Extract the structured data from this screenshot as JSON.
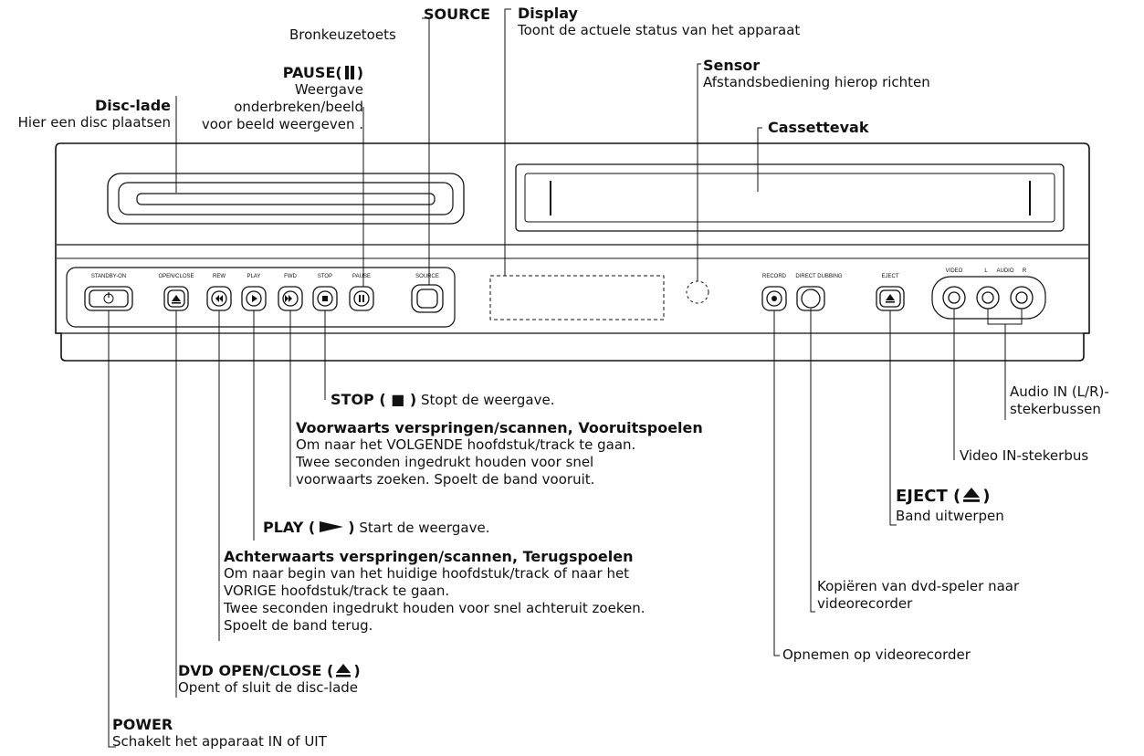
{
  "labels": {
    "source": {
      "title": "SOURCE",
      "desc": "Bronkeuzetoets"
    },
    "display": {
      "title": "Display",
      "desc": "Toont de actuele status van het apparaat"
    },
    "pause": {
      "title": "PAUSE(",
      "title_end": ")",
      "desc1": "Weergave",
      "desc2": "onderbreken/beeld",
      "desc3": "voor beeld weergeven ."
    },
    "sensor": {
      "title": "Sensor",
      "desc": "Afstandsbediening hierop richten"
    },
    "disc_tray": {
      "title": "Disc-lade",
      "desc": "Hier een disc plaatsen"
    },
    "cassette": {
      "title": "Cassettevak"
    },
    "stop": {
      "title": "STOP ( ■ )",
      "desc": "Stopt de weergave."
    },
    "fwd": {
      "title": "Voorwaarts verspringen/scannen, Vooruitspoelen",
      "desc1": "Om naar het VOLGENDE hoofdstuk/track te gaan.",
      "desc2": "Twee seconden ingedrukt houden voor snel",
      "desc3": "voorwaarts zoeken. Spoelt de band vooruit."
    },
    "play": {
      "title": "PLAY (",
      "title_end": ")",
      "desc": "Start de weergave."
    },
    "rew": {
      "title": "Achterwaarts verspringen/scannen, Terugspoelen",
      "desc1": "Om naar begin van het huidige hoofdstuk/track of naar het",
      "desc2": "VORIGE hoofdstuk/track te gaan.",
      "desc3": "Twee seconden ingedrukt houden voor snel achteruit zoeken.",
      "desc4": "Spoelt de band terug."
    },
    "open_close": {
      "title": "DVD OPEN/CLOSE (",
      "title_end": ")",
      "desc": "Opent of sluit de disc-lade"
    },
    "power": {
      "title": "POWER",
      "desc": "Schakelt het apparaat IN of UIT"
    },
    "audio_in": {
      "desc1": "Audio IN (L/R)-",
      "desc2": "stekerbussen"
    },
    "video_in": {
      "desc": "Video IN-stekerbus"
    },
    "eject": {
      "title": "EJECT (",
      "title_end": ")",
      "desc": "Band uitwerpen"
    },
    "dubbing": {
      "desc1": "Kopiëren van dvd-speler naar",
      "desc2": "videorecorder"
    },
    "record": {
      "desc": "Opnemen op videorecorder"
    }
  },
  "panel": {
    "standby_on": "STANDBY-ON",
    "open_close": "OPEN/CLOSE",
    "rew": "REW",
    "play": "PLAY",
    "fwd": "FWD",
    "stop": "STOP",
    "pause": "PAUSE",
    "source": "SOURCE",
    "record": "RECORD",
    "direct_dubbing": "DIRECT DUBBING",
    "eject": "EJECT",
    "video": "VIDEO",
    "audio_l": "L",
    "audio": "AUDIO",
    "audio_r": "R"
  }
}
